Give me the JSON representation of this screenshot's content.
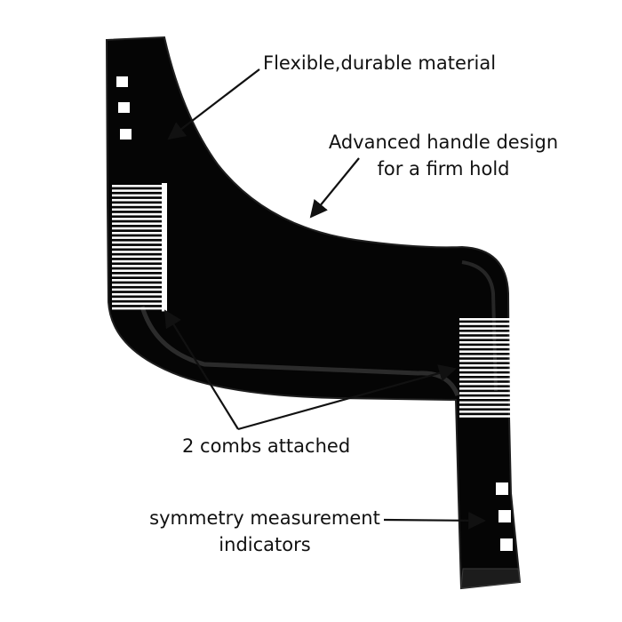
{
  "product": {
    "name": "beard shaping template",
    "body_color": "#050505",
    "accent_color": "#ffffff"
  },
  "callouts": {
    "material": "Flexible,durable material",
    "handle_line1": "Advanced handle design",
    "handle_line2": "for a firm hold",
    "combs": "2 combs attached",
    "symmetry_line1": "symmetry measurement",
    "symmetry_line2": "indicators"
  }
}
